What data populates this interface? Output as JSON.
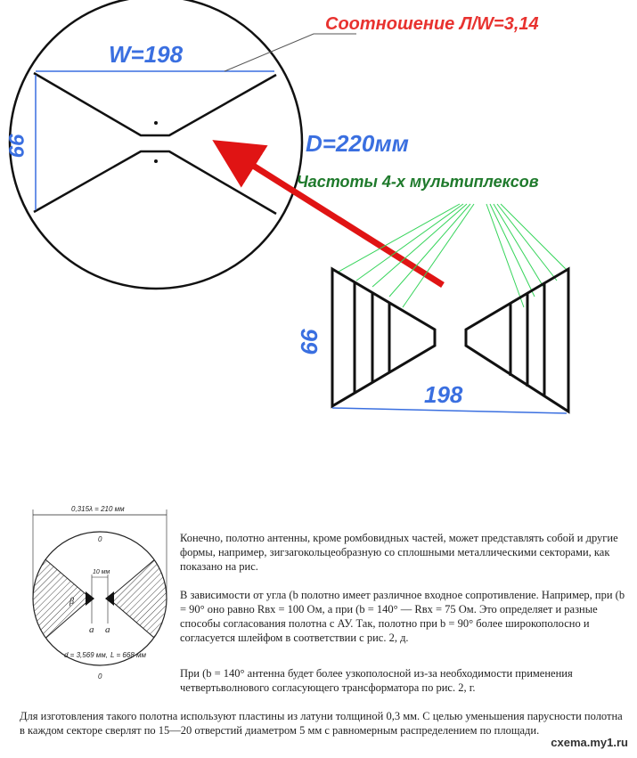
{
  "diagram": {
    "ratio_label": "Соотношение Л/W=3,14",
    "width_label": "W=198",
    "height_label": "99",
    "diameter_label": "D=220мм",
    "frequencies_label": "Частоты 4-х мультиплексов",
    "bottom_height_label": "99",
    "bottom_width_label": "198",
    "colors": {
      "ratio": "#e8322f",
      "dimension_blue": "#3a6fe0",
      "frequency_green": "#1f7a2c",
      "arrow_red": "#e01414",
      "ray_green": "#35d45a",
      "outline": "#111111"
    }
  },
  "scan_figure": {
    "top_label": "0,315λ = 210 мм",
    "gap_label": "10 мм",
    "zero_top": "0",
    "zero_bottom": "0",
    "angle_label": "β",
    "terminal_a_left": "a",
    "terminal_a_right": "a",
    "d_label": "d = 3,569 мм,",
    "l_label": "L = 668 мм"
  },
  "text": {
    "p1": "Конечно, полотно антенны, кроме ромбовидных частей, может представлять собой и другие формы, например, зигзагокольцеобразную со сплошными металлическими секторами, как показано на рис.",
    "p2": "В зависимости от угла (b полотно имеет различное входное сопротивление. Например, при (b = 90° оно равно Rвх = 100 Ом, а при (b = 140° — Rвх = 75 Ом. Это определяет и разные способы согласования полотна с АУ. Так, полотно при b = 90° более широкополосно и согласуется шлейфом в соответствии с рис. 2, д.",
    "p3": "При (b = 140° антенна будет более узкополосной из-за необходимости применения четвертьволнового согласующего трансформатора по рис. 2, г.",
    "p4": "Для изготовления такого полотна используют пластины из латуни толщиной 0,3 мм. С целью уменьшения парусности полотна в каждом секторе сверлят по 15—20 отверстий диаметром 5 мм с равномерным распределением по площади.",
    "watermark": "cxema.my1.ru"
  }
}
